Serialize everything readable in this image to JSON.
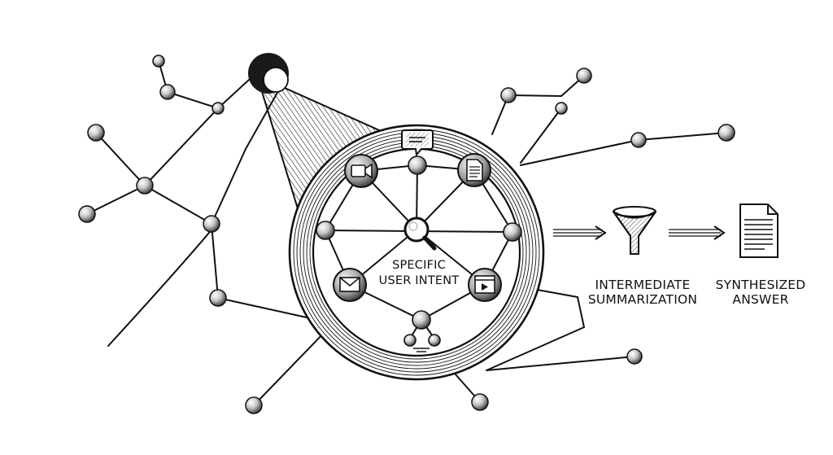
{
  "center": {
    "line1": "SPECIFIC",
    "line2": "USER INTENT"
  },
  "stages": {
    "summarization": {
      "line1": "INTERMEDIATE",
      "line2": "SUMMARIZATION"
    },
    "answer": {
      "line1": "SYNTHESIZED",
      "line2": "ANSWER"
    }
  },
  "icons": {
    "center": "magnifier-icon",
    "top": "speech-bubble-icon",
    "upper_left": "video-camera-icon",
    "upper_right": "document-icon",
    "lower_left": "envelope-icon",
    "lower_right": "video-player-icon",
    "bottom": "network-node-icon",
    "funnel": "funnel-icon",
    "answer": "answer-document-icon"
  },
  "colors": {
    "ink": "#111111",
    "paper": "#ffffff"
  }
}
